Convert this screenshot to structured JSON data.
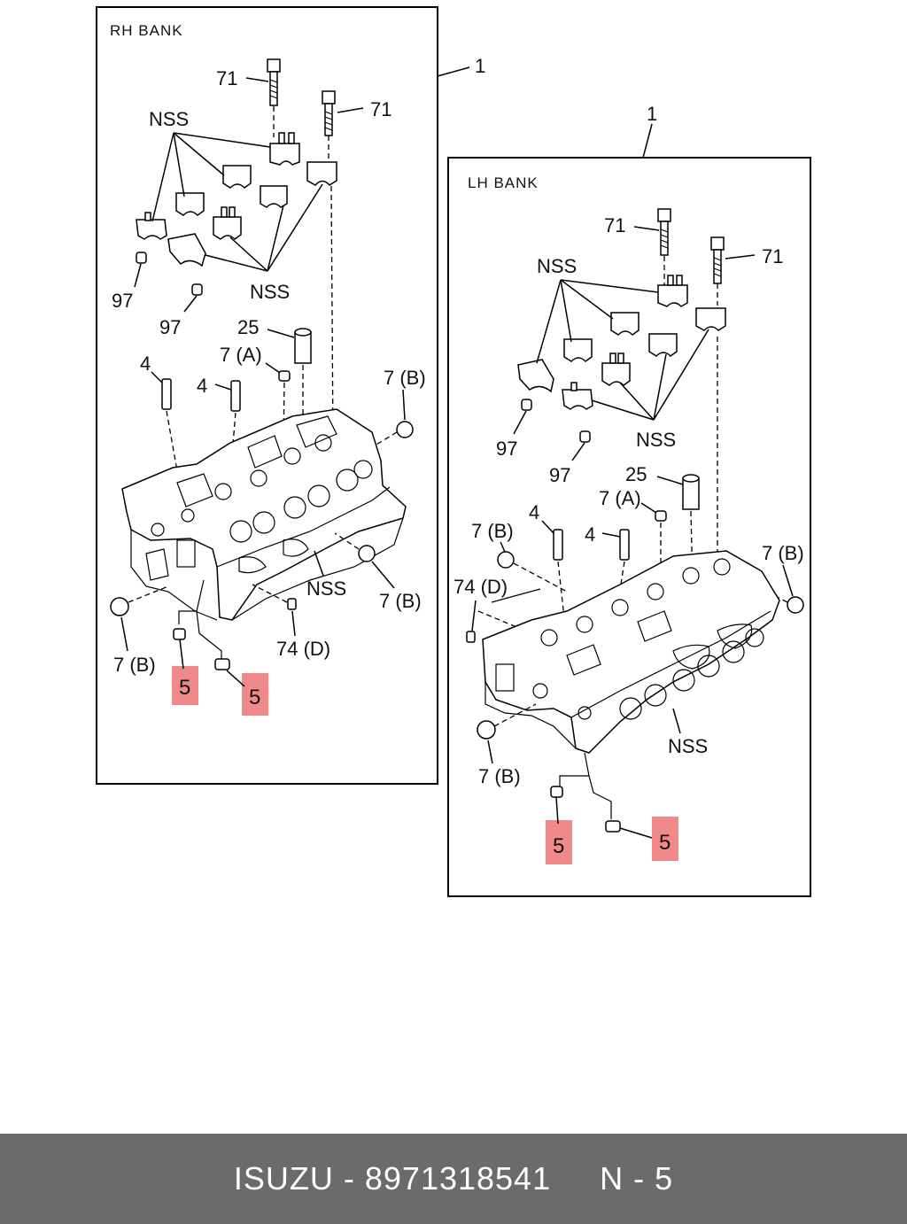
{
  "footer": {
    "brand": "ISUZU",
    "sep": " - ",
    "part_number": "8971318541",
    "page_ref": "N - 5"
  },
  "rh_bank": {
    "title": "RH BANK",
    "callout_assembly": "1",
    "labels": {
      "bolt_a": "71",
      "bolt_b": "71",
      "nss_top": "NSS",
      "nss_mid": "NSS",
      "nss_bottom": "NSS",
      "sleeve_a": "97",
      "sleeve_b": "97",
      "spacer": "25",
      "pin_a": "4",
      "pin_b": "4",
      "plug_7a": "7 (A)",
      "plug_7b_top": "7 (B)",
      "plug_7b_right": "7 (B)",
      "plug_7b_left": "7 (B)",
      "plug_74d": "74 (D)",
      "seal_a": "5",
      "seal_b": "5"
    }
  },
  "lh_bank": {
    "title": "LH BANK",
    "callout_assembly": "1",
    "labels": {
      "bolt_a": "71",
      "bolt_b": "71",
      "nss_top": "NSS",
      "nss_mid": "NSS",
      "nss_bottom": "NSS",
      "sleeve_a": "97",
      "sleeve_b": "97",
      "spacer": "25",
      "pin_a": "4",
      "pin_b": "4",
      "plug_7a": "7 (A)",
      "plug_7b_left": "7 (B)",
      "plug_7b_right": "7 (B)",
      "plug_7b_bottom": "7 (B)",
      "plug_74d": "74 (D)",
      "seal_a": "5",
      "seal_b": "5"
    }
  },
  "colors": {
    "highlight": "#f08a8a",
    "footer_bg": "#6b6b6b",
    "footer_text": "#ffffff"
  }
}
